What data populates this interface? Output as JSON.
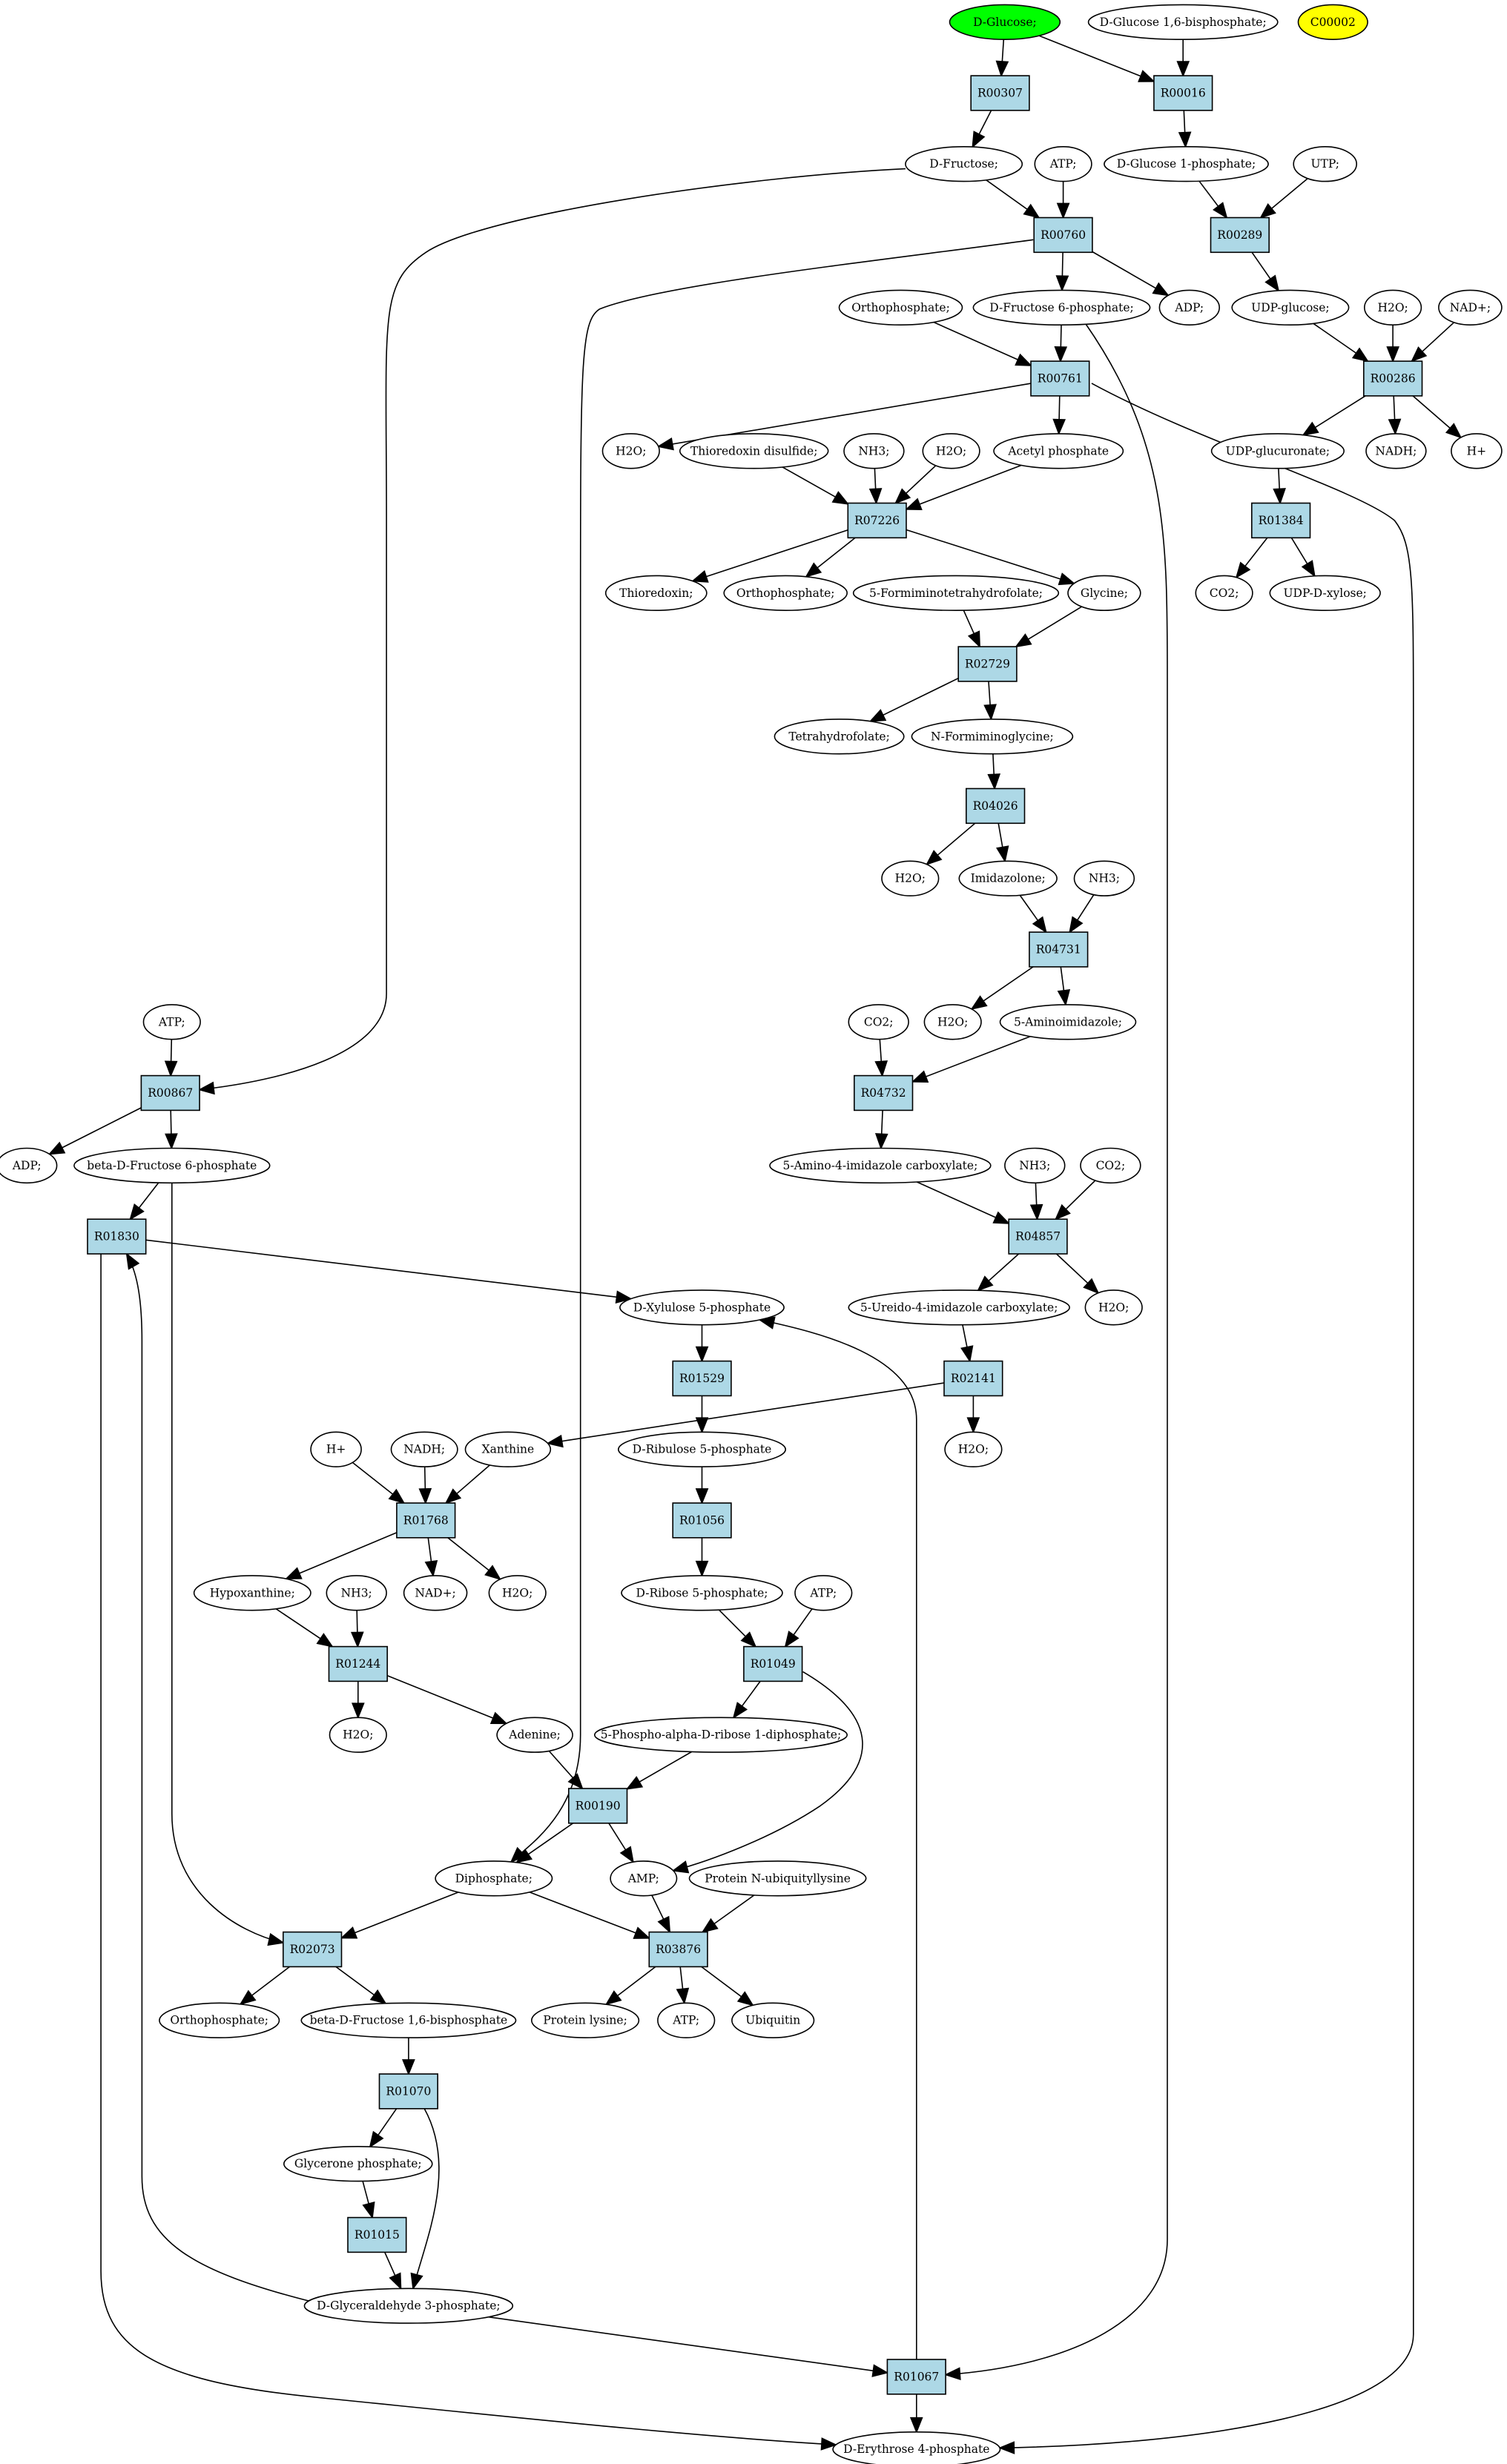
{
  "colors": {
    "reaction_fill": "#add8e6",
    "start_fill": "#00ff00",
    "highlight_fill": "#ffff00",
    "compound_fill": "#ffffff",
    "line": "#000000"
  },
  "compounds": {
    "glc": "D-Glucose;",
    "glc16bp": "D-Glucose 1,6-bisphosphate;",
    "c00002": "C00002",
    "fru": "D-Fructose;",
    "atp1": "ATP;",
    "g1p": "D-Glucose 1-phosphate;",
    "utp": "UTP;",
    "f6p": "D-Fructose 6-phosphate;",
    "adp1": "ADP;",
    "udpglc": "UDP-glucose;",
    "h2o1": "H2O;",
    "nadp1": "NAD+;",
    "ortho1": "Orthophosphate;",
    "h2o2": "H2O;",
    "trxss": "Thioredoxin disulfide;",
    "nh3_1": "NH3;",
    "h2o3": "H2O;",
    "acp": "Acetyl phosphate",
    "udpgla": "UDP-glucuronate;",
    "nadh1": "NADH;",
    "h1": "H+",
    "trx": "Thioredoxin;",
    "ortho2": "Orthophosphate;",
    "fthf": "5-Formiminotetrahydrofolate;",
    "gly": "Glycine;",
    "co2_1": "CO2;",
    "udpxyl": "UDP-D-xylose;",
    "thf": "Tetrahydrofolate;",
    "formgly": "N-Formiminoglycine;",
    "h2o4": "H2O;",
    "imid": "Imidazolone;",
    "nh3_2": "NH3;",
    "h2o5": "H2O;",
    "aminoimid": "5-Aminoimidazole;",
    "co2_2": "CO2;",
    "atp2": "ATP;",
    "adp2": "ADP;",
    "bf6p": "beta-D-Fructose 6-phosphate",
    "aicarb": "5-Amino-4-imidazole carboxylate;",
    "nh3_3": "NH3;",
    "co2_3": "CO2;",
    "ureido": "5-Ureido-4-imidazole carboxylate;",
    "h2o6": "H2O;",
    "x5p": "D-Xylulose 5-phosphate",
    "h2": "H+",
    "nadh2": "NADH;",
    "xan": "Xanthine",
    "ru5p": "D-Ribulose 5-phosphate",
    "h2o7": "H2O;",
    "hypox": "Hypoxanthine;",
    "nadp2": "NAD+;",
    "h2o8": "H2O;",
    "nh3_4": "NH3;",
    "r5p": "D-Ribose 5-phosphate;",
    "atp3": "ATP;",
    "h2o9": "H2O;",
    "ade": "Adenine;",
    "prpp": "5-Phospho-alpha-D-ribose 1-diphosphate;",
    "ppi": "Diphosphate;",
    "amp": "AMP;",
    "protub": "Protein N-ubiquityllysine",
    "ortho3": "Orthophosphate;",
    "bf16bp": "beta-D-Fructose 1,6-bisphosphate",
    "lys": "Protein lysine;",
    "atp4": "ATP;",
    "ub": "Ubiquitin",
    "dhap": "Glycerone phosphate;",
    "g3p": "D-Glyceraldehyde 3-phosphate;",
    "e4p": "D-Erythrose 4-phosphate"
  },
  "reactions": {
    "R00307": "R00307",
    "R00016": "R00016",
    "R00760": "R00760",
    "R00289": "R00289",
    "R00761": "R00761",
    "R00286": "R00286",
    "R07226": "R07226",
    "R01384": "R01384",
    "R02729": "R02729",
    "R04026": "R04026",
    "R04731": "R04731",
    "R00867": "R00867",
    "R04732": "R04732",
    "R01830": "R01830",
    "R04857": "R04857",
    "R01529": "R01529",
    "R02141": "R02141",
    "R01768": "R01768",
    "R01056": "R01056",
    "R01244": "R01244",
    "R01049": "R01049",
    "R00190": "R00190",
    "R02073": "R02073",
    "R03876": "R03876",
    "R01070": "R01070",
    "R01015": "R01015",
    "R01067": "R01067"
  }
}
